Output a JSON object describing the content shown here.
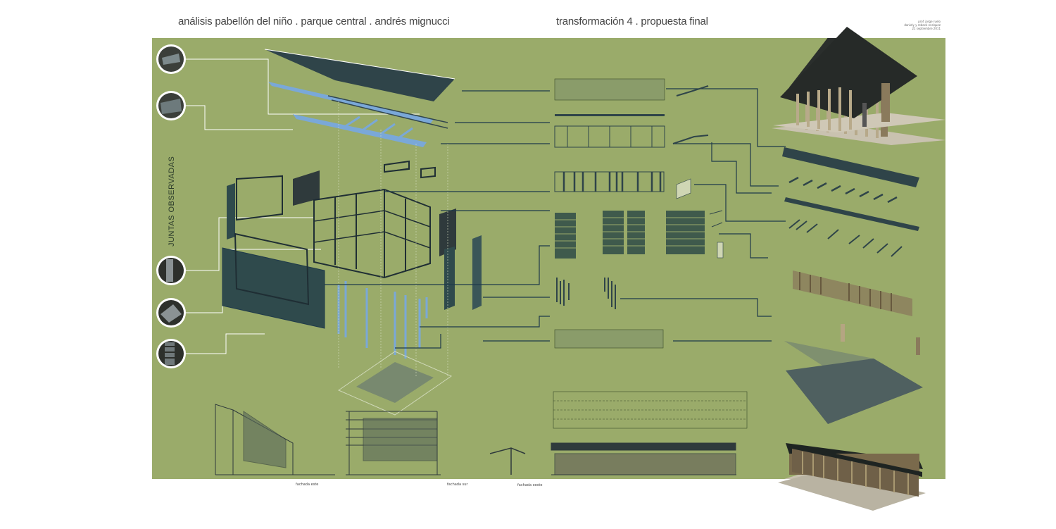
{
  "header": {
    "title_left": "análisis pabellón del niño . parque central . andrés mignucci",
    "title_right": "transformación 4 . propuesta final",
    "credits": [
      "prof. jorge ruelo",
      "daniely y rebeck enríquez",
      "21 septiembre 2011"
    ]
  },
  "side_label": "JUNTAS OBSERVADAS",
  "elevation_labels": [
    "fachada este",
    "fachada sur",
    "fachada oeste"
  ],
  "colors": {
    "board": "#9aab6a",
    "line_dark": "#1f3a4a",
    "line_white": "#ffffff",
    "panel_blue": "#7aa8d8",
    "panel_dark": "#2f4a4c",
    "wood": "#8a7a5c"
  },
  "icons": [
    "joint-detail-icon"
  ]
}
